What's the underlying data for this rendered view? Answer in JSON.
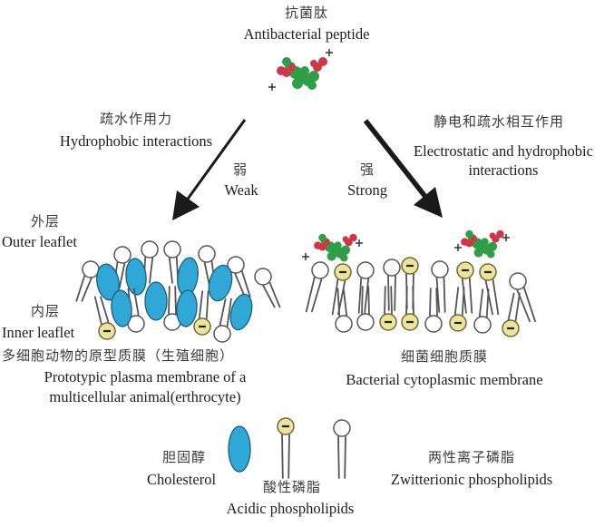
{
  "title": {
    "zh": "抗菌肽",
    "en": "Antibacterial peptide"
  },
  "left_path": {
    "interaction_zh": "疏水作用力",
    "interaction_en": "Hydrophobic interactions",
    "strength_zh": "弱",
    "strength_en": "Weak"
  },
  "right_path": {
    "interaction_zh": "静电和疏水相互作用",
    "interaction_en_line1": "Electrostatic and hydrophobic",
    "interaction_en_line2": "interactions",
    "strength_zh": "强",
    "strength_en": "Strong"
  },
  "leaflets": {
    "outer_zh": "外层",
    "outer_en": "Outer leaflet",
    "inner_zh": "内层",
    "inner_en": "Inner leaflet"
  },
  "left_membrane": {
    "caption_zh": "多细胞动物的原型质膜（生殖细胞）",
    "caption_en_line1": "Prototypic plasma membrane of a",
    "caption_en_line2": "multicellular animal(erthrocyte)",
    "composition": "zwitterionic phospholipids with cholesterol; acidic phospholipids in inner leaflet only"
  },
  "right_membrane": {
    "caption_zh": "细菌细胞质膜",
    "caption_en": "Bacterial cytoplasmic membrane",
    "composition": "acidic phospholipids exposed in outer leaflet, bound by peptides"
  },
  "legend": {
    "cholesterol_zh": "胆固醇",
    "cholesterol_en": "Cholesterol",
    "acidic_zh": "酸性磷脂",
    "acidic_en": "Acidic phospholipids",
    "zwitterionic_zh": "两性离子磷脂",
    "zwitterionic_en": "Zwitterionic phospholipids"
  },
  "symbols": {
    "positive_charge": "+",
    "negative_charge": "−"
  },
  "colors": {
    "cholesterol": "#2fa8d8",
    "acidic_head": "#ece49a",
    "zwitterionic_head": "#ffffff",
    "peptide_hydrophobic": "#2e9e47",
    "peptide_cationic": "#d23448",
    "arrow": "#1a1a1a",
    "lipid_stroke": "#555555"
  }
}
